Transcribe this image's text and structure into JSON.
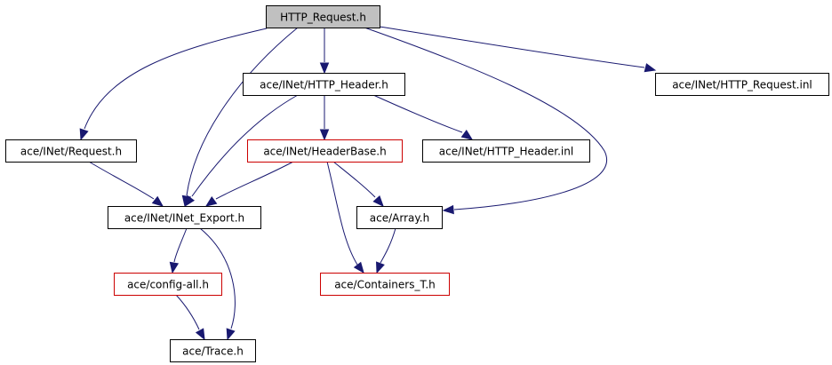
{
  "colors": {
    "edge": "#191970",
    "box_border_default": "#000000",
    "box_border_missing": "#cc0000",
    "box_fill_root": "#c0c0c0",
    "box_fill": "#ffffff"
  },
  "nodes": [
    {
      "id": "http_request_h",
      "label": "HTTP_Request.h",
      "style": "root"
    },
    {
      "id": "http_header_h",
      "label": "ace/INet/HTTP_Header.h",
      "style": "default"
    },
    {
      "id": "http_request_inl",
      "label": "ace/INet/HTTP_Request.inl",
      "style": "default"
    },
    {
      "id": "request_h",
      "label": "ace/INet/Request.h",
      "style": "default"
    },
    {
      "id": "headerbase_h",
      "label": "ace/INet/HeaderBase.h",
      "style": "missing"
    },
    {
      "id": "http_header_inl",
      "label": "ace/INet/HTTP_Header.inl",
      "style": "default"
    },
    {
      "id": "inet_export_h",
      "label": "ace/INet/INet_Export.h",
      "style": "default"
    },
    {
      "id": "array_h",
      "label": "ace/Array.h",
      "style": "default"
    },
    {
      "id": "config_all_h",
      "label": "ace/config-all.h",
      "style": "missing"
    },
    {
      "id": "containers_t_h",
      "label": "ace/Containers_T.h",
      "style": "missing"
    },
    {
      "id": "trace_h",
      "label": "ace/Trace.h",
      "style": "default"
    }
  ],
  "edges": [
    {
      "from": "http_request_h",
      "to": "http_header_h"
    },
    {
      "from": "http_request_h",
      "to": "http_request_inl"
    },
    {
      "from": "http_request_h",
      "to": "request_h"
    },
    {
      "from": "http_request_h",
      "to": "inet_export_h"
    },
    {
      "from": "http_request_h",
      "to": "array_h"
    },
    {
      "from": "http_header_h",
      "to": "headerbase_h"
    },
    {
      "from": "http_header_h",
      "to": "http_header_inl"
    },
    {
      "from": "http_header_h",
      "to": "inet_export_h"
    },
    {
      "from": "request_h",
      "to": "inet_export_h"
    },
    {
      "from": "headerbase_h",
      "to": "inet_export_h"
    },
    {
      "from": "headerbase_h",
      "to": "array_h"
    },
    {
      "from": "headerbase_h",
      "to": "containers_t_h"
    },
    {
      "from": "array_h",
      "to": "containers_t_h"
    },
    {
      "from": "inet_export_h",
      "to": "config_all_h"
    },
    {
      "from": "inet_export_h",
      "to": "trace_h"
    },
    {
      "from": "config_all_h",
      "to": "trace_h"
    }
  ]
}
